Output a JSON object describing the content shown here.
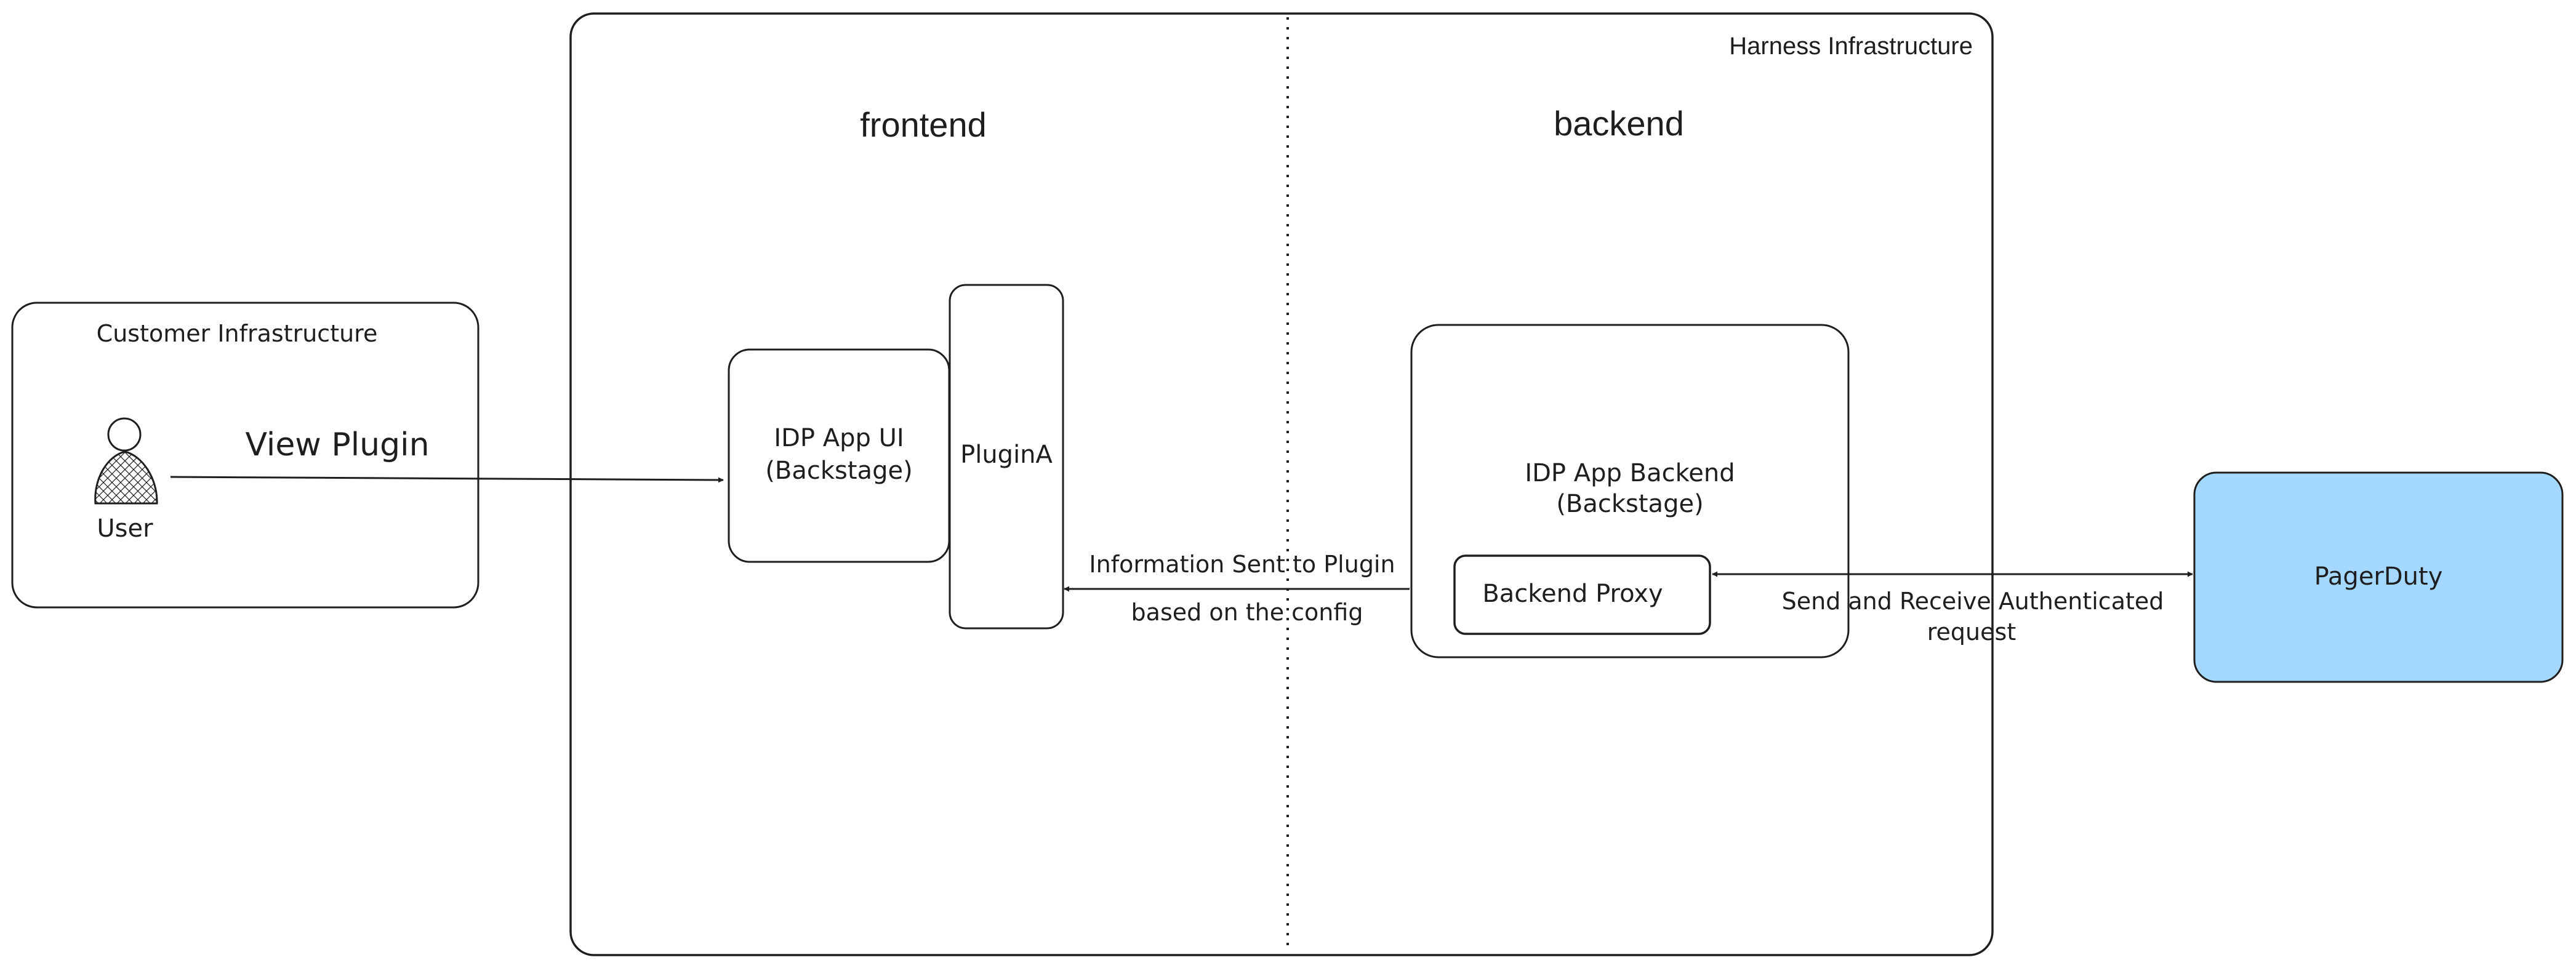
{
  "harness": {
    "title": "Harness Infrastructure",
    "frontend_label": "frontend",
    "backend_label": "backend"
  },
  "customer": {
    "title": "Customer Infrastructure",
    "user_label": "User",
    "user_icon": "user-icon"
  },
  "frontend": {
    "app_ui_line1": "IDP App UI",
    "app_ui_line2": "(Backstage)",
    "plugin": "PluginA"
  },
  "backend": {
    "app_line1": "IDP App Backend",
    "app_line2": "(Backstage)",
    "proxy": "Backend Proxy"
  },
  "external": {
    "pagerduty": "PagerDuty",
    "pagerduty_color": "#a5d8ff"
  },
  "edges": {
    "view_plugin": "View Plugin",
    "info_line1": "Information Sent to Plugin",
    "info_line2": "based on the config",
    "auth_line1": "Send and Receive Authenticated",
    "auth_line2": "request"
  }
}
